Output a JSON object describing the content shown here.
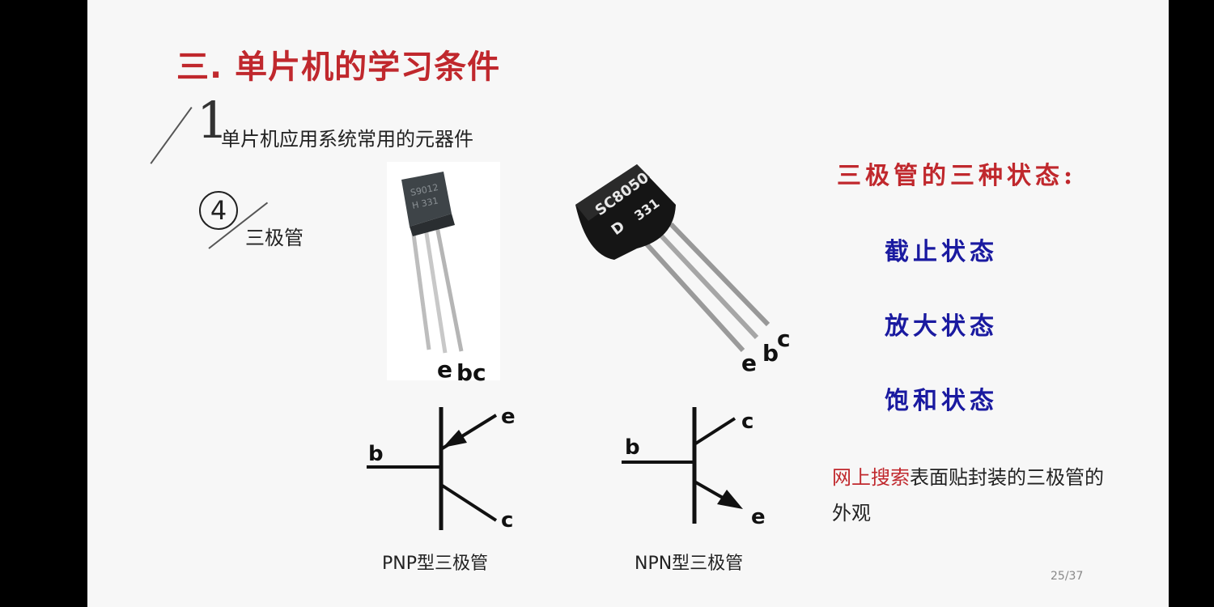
{
  "slide": {
    "title": "三. 单片机的学习条件",
    "section_number": "1",
    "section_text": "单片机应用系统常用的元器件",
    "sub_number": "4",
    "sub_text": "三极管",
    "photo1": {
      "marking_line1": "S9012",
      "marking_line2": "H 331",
      "pins": [
        "e",
        "b",
        "c"
      ]
    },
    "photo2": {
      "marking_line1": "SC8050",
      "marking_line2_left": "D",
      "marking_line2_right": "331",
      "pins": [
        "e",
        "b",
        "c"
      ]
    },
    "pnp": {
      "b": "b",
      "e": "e",
      "c": "c",
      "caption": "PNP型三极管"
    },
    "npn": {
      "b": "b",
      "c": "c",
      "e": "e",
      "caption": "NPN型三极管"
    },
    "states_title": "三极管的三种状态:",
    "states": [
      "截止状态",
      "放大状态",
      "饱和状态"
    ],
    "note_highlight": "网上搜索",
    "note_rest": "表面贴封装的三极管的外观",
    "page_number": "25/37"
  },
  "colors": {
    "title_red": "#c0282d",
    "state_blue": "#1a1aa0",
    "slide_bg": "#f7f7f7",
    "frame_bg": "#000000"
  }
}
